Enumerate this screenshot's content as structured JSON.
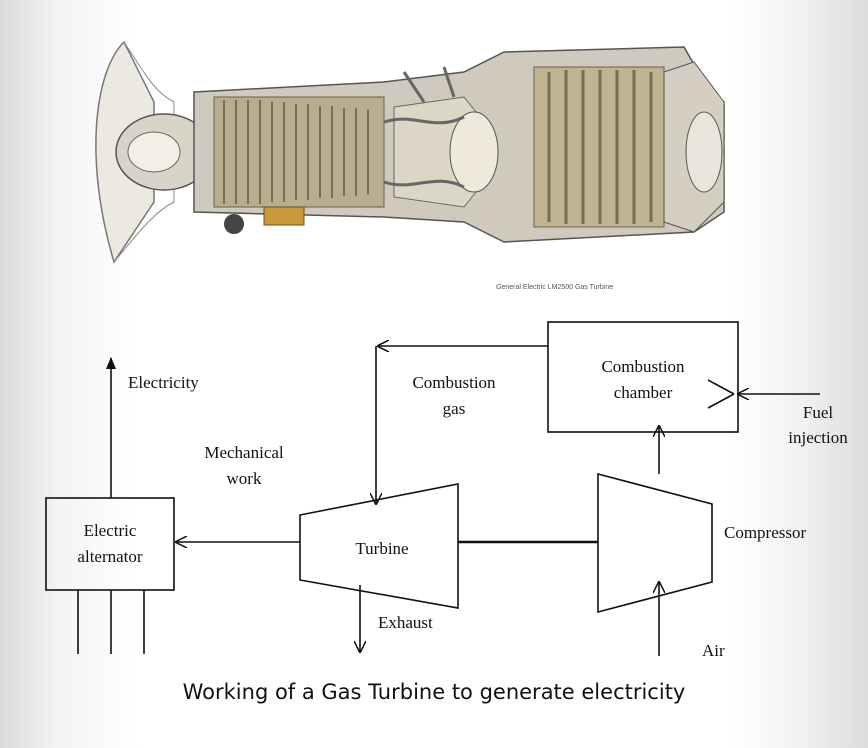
{
  "photo": {
    "caption": "General Electric LM2500 Gas Turbine"
  },
  "diagram": {
    "electricity": "Electricity",
    "mechanical_work_line1": "Mechanical",
    "mechanical_work_line2": "work",
    "electric_alternator_line1": "Electric",
    "electric_alternator_line2": "alternator",
    "turbine": "Turbine",
    "exhaust": "Exhaust",
    "combustion_gas_line1": "Combustion",
    "combustion_gas_line2": "gas",
    "combustion_chamber_line1": "Combustion",
    "combustion_chamber_line2": "chamber",
    "fuel_injection_line1": "Fuel",
    "fuel_injection_line2": "injection",
    "compressor": "Compressor",
    "air": "Air"
  },
  "title": "Working of a Gas Turbine to generate electricity"
}
